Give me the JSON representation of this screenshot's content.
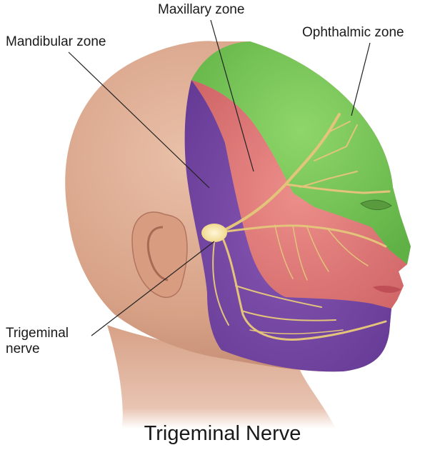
{
  "labels": {
    "maxillary": "Maxillary zone",
    "mandibular": "Mandibular zone",
    "ophthalmic": "Ophthalmic zone",
    "trigeminal": "Trigeminal\nnerve"
  },
  "caption": "Trigeminal Nerve",
  "colors": {
    "skin": "#d9a68c",
    "ophthalmic_zone": "#7cc95a",
    "maxillary_zone": "#e07c7a",
    "mandibular_zone": "#7a48a6",
    "nerve": "#e3c47a"
  }
}
